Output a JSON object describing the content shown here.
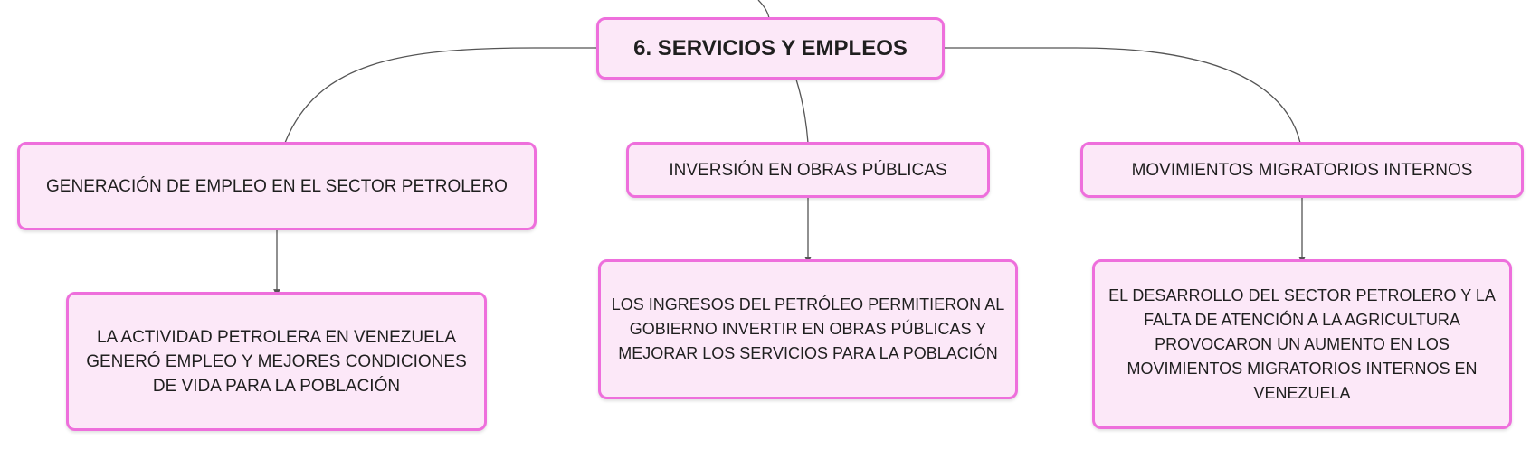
{
  "colors": {
    "node_fill": "#fce8f8",
    "node_border": "#ee6fdc",
    "link": "#555555"
  },
  "root": {
    "label": "6. SERVICIOS Y EMPLEOS"
  },
  "branches": [
    {
      "label": "GENERACIÓN DE EMPLEO EN EL SECTOR PETROLERO",
      "detail": "LA ACTIVIDAD PETROLERA EN VENEZUELA GENERÓ EMPLEO Y MEJORES CONDICIONES DE VIDA PARA LA POBLACIÓN"
    },
    {
      "label": "INVERSIÓN EN OBRAS PÚBLICAS",
      "detail": "LOS INGRESOS DEL PETRÓLEO PERMITIERON AL GOBIERNO INVERTIR EN OBRAS PÚBLICAS Y MEJORAR LOS SERVICIOS PARA LA POBLACIÓN"
    },
    {
      "label": "MOVIMIENTOS MIGRATORIOS INTERNOS",
      "detail": "EL DESARROLLO DEL SECTOR PETROLERO Y LA FALTA DE ATENCIÓN A LA AGRICULTURA PROVOCARON UN AUMENTO EN LOS MOVIMIENTOS MIGRATORIOS INTERNOS EN VENEZUELA"
    }
  ]
}
